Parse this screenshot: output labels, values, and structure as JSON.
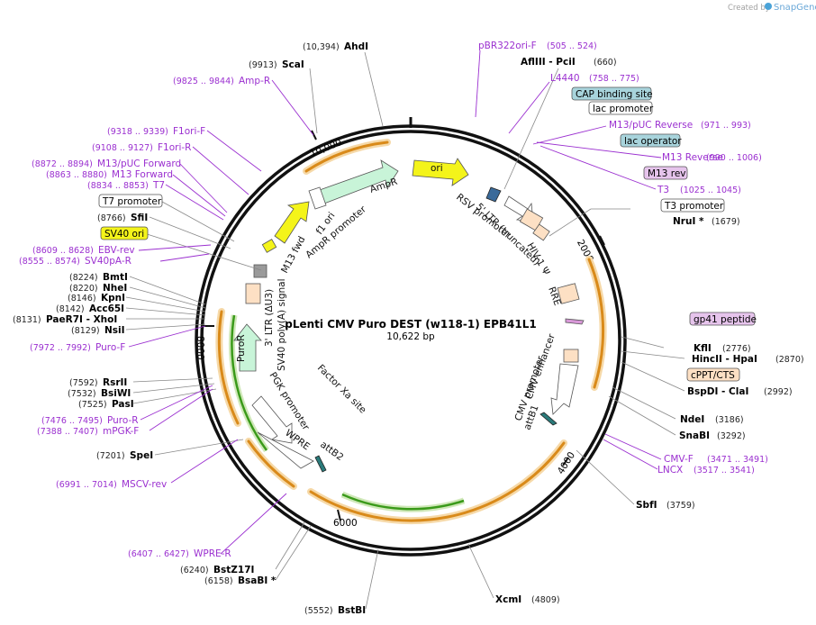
{
  "credit": {
    "created_by": "Created by",
    "brand": "SnapGene"
  },
  "plasmid": {
    "name": "pLenti CMV Puro DEST (w118-1) EPB41L1",
    "size": "10,622 bp",
    "length": 10622
  },
  "ticks": [
    "2000",
    "4000",
    "6000",
    "8000",
    "10,000"
  ],
  "colors": {
    "primer": "#9b30d0",
    "orange_feature": "#d98a1a",
    "green_feature": "#3a9a1a"
  },
  "sites": [
    {
      "pos": "(10,394)",
      "name": "AhdI"
    },
    {
      "pos": "(9913)",
      "name": "ScaI"
    },
    {
      "pos": "(660)",
      "name": "AflIII - PciI"
    },
    {
      "pos": "(1679)",
      "name": "NruI *"
    },
    {
      "pos": "(2776)",
      "name": "KflI"
    },
    {
      "pos": "(2870)",
      "name": "HincII - HpaI"
    },
    {
      "pos": "(2992)",
      "name": "BspDI - ClaI"
    },
    {
      "pos": "(3186)",
      "name": "NdeI"
    },
    {
      "pos": "(3292)",
      "name": "SnaBI"
    },
    {
      "pos": "(3759)",
      "name": "SbfI"
    },
    {
      "pos": "(4809)",
      "name": "XcmI"
    },
    {
      "pos": "(5552)",
      "name": "BstBI"
    },
    {
      "pos": "(6158)",
      "name": "BsaBI *"
    },
    {
      "pos": "(6240)",
      "name": "BstZ17I"
    },
    {
      "pos": "(7201)",
      "name": "SpeI"
    },
    {
      "pos": "(7525)",
      "name": "PasI"
    },
    {
      "pos": "(7532)",
      "name": "BsiWI"
    },
    {
      "pos": "(7592)",
      "name": "RsrII"
    },
    {
      "pos": "(8129)",
      "name": "NsiI"
    },
    {
      "pos": "(8131)",
      "name": "PaeR7I - XhoI"
    },
    {
      "pos": "(8142)",
      "name": "Acc65I"
    },
    {
      "pos": "(8146)",
      "name": "KpnI"
    },
    {
      "pos": "(8220)",
      "name": "NheI"
    },
    {
      "pos": "(8224)",
      "name": "BmtI"
    },
    {
      "pos": "(8766)",
      "name": "SfiI"
    }
  ],
  "primers": [
    {
      "name": "pBR322ori-F",
      "pos": "(505 .. 524)"
    },
    {
      "name": "L4440",
      "pos": "(758 .. 775)"
    },
    {
      "name": "M13/pUC Reverse",
      "pos": "(971 .. 993)"
    },
    {
      "name": "M13 Reverse",
      "pos": "(990 .. 1006)"
    },
    {
      "name": "T3",
      "pos": "(1025 .. 1045)"
    },
    {
      "name": "CMV-F",
      "pos": "(3471 .. 3491)"
    },
    {
      "name": "LNCX",
      "pos": "(3517 .. 3541)"
    },
    {
      "name": "WPRE-R",
      "pos": "(6407 .. 6427)"
    },
    {
      "name": "MSCV-rev",
      "pos": "(6991 .. 7014)"
    },
    {
      "name": "mPGK-F",
      "pos": "(7388 .. 7407)"
    },
    {
      "name": "Puro-R",
      "pos": "(7476 .. 7495)"
    },
    {
      "name": "Puro-F",
      "pos": "(7972 .. 7992)"
    },
    {
      "name": "SV40pA-R",
      "pos": "(8555 .. 8574)"
    },
    {
      "name": "EBV-rev",
      "pos": "(8609 .. 8628)"
    },
    {
      "name": "T7",
      "pos": "(8834 .. 8853)"
    },
    {
      "name": "M13 Forward",
      "pos": "(8863 .. 8880)"
    },
    {
      "name": "M13/pUC Forward",
      "pos": "(8872 .. 8894)"
    },
    {
      "name": "F1ori-R",
      "pos": "(9108 .. 9127)"
    },
    {
      "name": "F1ori-F",
      "pos": "(9318 .. 9339)"
    },
    {
      "name": "Amp-R",
      "pos": "(9825 .. 9844)"
    }
  ],
  "boxed_features": [
    {
      "name": "CAP binding site",
      "fill": "#a8d4dc"
    },
    {
      "name": "lac promoter",
      "fill": "#ffffff"
    },
    {
      "name": "lac operator",
      "fill": "#a8d4dc"
    },
    {
      "name": "M13 rev",
      "fill": "#e6c4ec"
    },
    {
      "name": "T3 promoter",
      "fill": "#ffffff"
    },
    {
      "name": "gp41 peptide",
      "fill": "#e6c4ec"
    },
    {
      "name": "cPPT/CTS",
      "fill": "#fde0c4"
    },
    {
      "name": "T7 promoter",
      "fill": "#ffffff"
    },
    {
      "name": "SV40 ori",
      "fill": "#f4f41a"
    }
  ],
  "inner_labels": [
    "ori",
    "RSV promoter",
    "5' LTR (truncated)",
    "HIV-1 Ψ",
    "RRE",
    "CMV enhancer",
    "CMV promoter",
    "attB1",
    "Factor Xa site",
    "attB2",
    "WPRE",
    "PGK promoter",
    "PuroR",
    "SV40 poly(A) signal",
    "3' LTR (ΔU3)",
    "M13 fwd",
    "f1 ori",
    "AmpR promoter",
    "AmpR"
  ]
}
